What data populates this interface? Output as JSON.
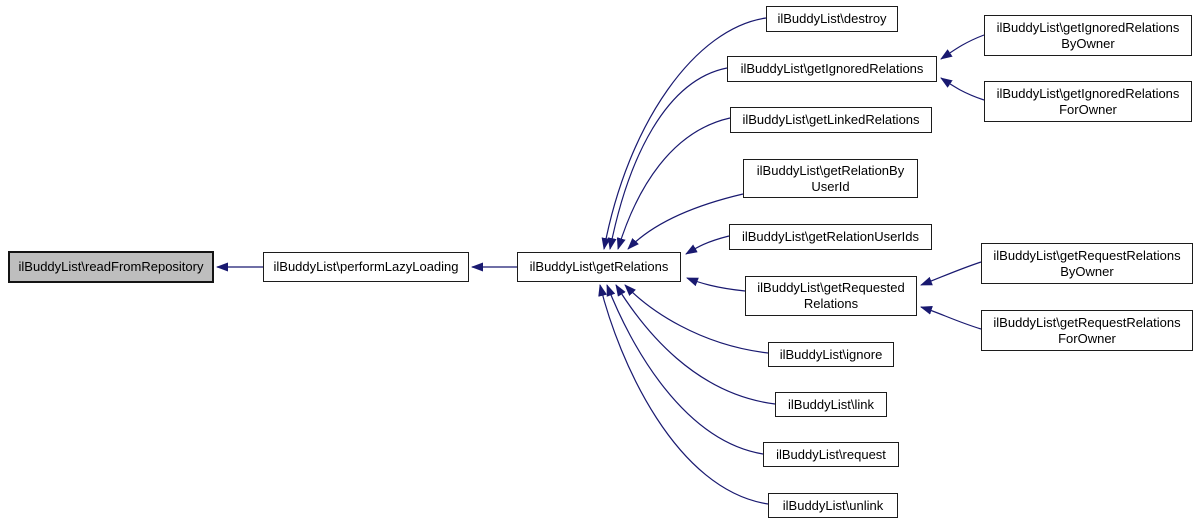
{
  "diagram": {
    "type": "call-graph",
    "edge_color": "#191970",
    "node_border_color": "#1c1c1c",
    "highlight_fill": "#bebebe",
    "nodes": {
      "readFromRepository": {
        "label": "ilBuddyList\\readFromRepository",
        "highlighted": true
      },
      "performLazyLoading": {
        "label": "ilBuddyList\\performLazyLoading"
      },
      "getRelations": {
        "label": "ilBuddyList\\getRelations"
      },
      "destroy": {
        "label": "ilBuddyList\\destroy"
      },
      "getIgnoredRelations": {
        "label": "ilBuddyList\\getIgnoredRelations"
      },
      "getLinkedRelations": {
        "label": "ilBuddyList\\getLinkedRelations"
      },
      "getRelationByUserId": {
        "label": "ilBuddyList\\getRelationBy\nUserId"
      },
      "getRelationUserIds": {
        "label": "ilBuddyList\\getRelationUserIds"
      },
      "getRequestedRelations": {
        "label": "ilBuddyList\\getRequested\nRelations"
      },
      "ignore": {
        "label": "ilBuddyList\\ignore"
      },
      "link": {
        "label": "ilBuddyList\\link"
      },
      "request": {
        "label": "ilBuddyList\\request"
      },
      "unlink": {
        "label": "ilBuddyList\\unlink"
      },
      "getIgnoredRelationsByOwner": {
        "label": "ilBuddyList\\getIgnoredRelations\nByOwner"
      },
      "getIgnoredRelationsForOwner": {
        "label": "ilBuddyList\\getIgnoredRelations\nForOwner"
      },
      "getRequestRelationsByOwner": {
        "label": "ilBuddyList\\getRequestRelations\nByOwner"
      },
      "getRequestRelationsForOwner": {
        "label": "ilBuddyList\\getRequestRelations\nForOwner"
      }
    },
    "edges": [
      {
        "from": "performLazyLoading",
        "to": "readFromRepository"
      },
      {
        "from": "getRelations",
        "to": "performLazyLoading"
      },
      {
        "from": "destroy",
        "to": "getRelations"
      },
      {
        "from": "getIgnoredRelations",
        "to": "getRelations"
      },
      {
        "from": "getLinkedRelations",
        "to": "getRelations"
      },
      {
        "from": "getRelationByUserId",
        "to": "getRelations"
      },
      {
        "from": "getRelationUserIds",
        "to": "getRelations"
      },
      {
        "from": "getRequestedRelations",
        "to": "getRelations"
      },
      {
        "from": "ignore",
        "to": "getRelations"
      },
      {
        "from": "link",
        "to": "getRelations"
      },
      {
        "from": "request",
        "to": "getRelations"
      },
      {
        "from": "unlink",
        "to": "getRelations"
      },
      {
        "from": "getIgnoredRelationsByOwner",
        "to": "getIgnoredRelations"
      },
      {
        "from": "getIgnoredRelationsForOwner",
        "to": "getIgnoredRelations"
      },
      {
        "from": "getRequestRelationsByOwner",
        "to": "getRequestedRelations"
      },
      {
        "from": "getRequestRelationsForOwner",
        "to": "getRequestedRelations"
      }
    ]
  }
}
